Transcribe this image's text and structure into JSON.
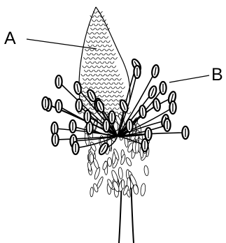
{
  "figure": {
    "labels": [
      {
        "id": "A",
        "text": "A"
      },
      {
        "id": "B",
        "text": "B"
      }
    ],
    "parts": [
      {
        "name": "flower-spike",
        "label": "A"
      },
      {
        "name": "stamen",
        "label": "B"
      }
    ],
    "colors": {
      "ink": "#000000",
      "background": "#ffffff"
    }
  }
}
